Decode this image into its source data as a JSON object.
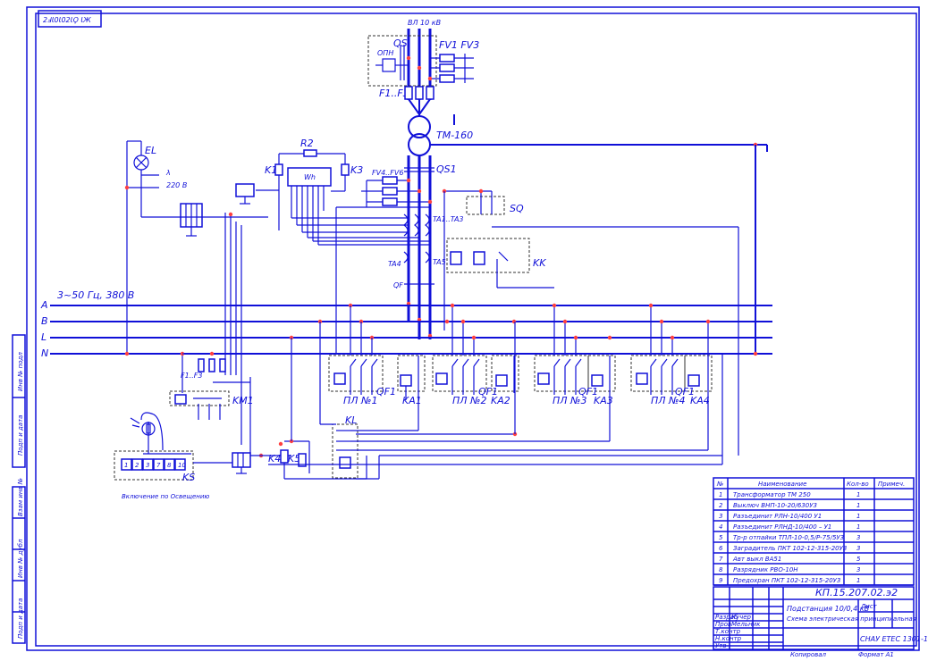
{
  "stamp": "2ℲƖ0Ɩ02ƖϘ ƖЖ",
  "labels": {
    "vl": "ВЛ 10 кВ",
    "qs": "QS",
    "fv": "FV1 FV3",
    "opn": "ОПН",
    "f1f3_top": "F1..F3",
    "transformer": "ТМ-160",
    "qs1": "QS1",
    "fv4fv6": "FV4..FV6",
    "sq": "SQ",
    "ta": "TA1..TA3",
    "ta4": "TA4",
    "ta5": "TA5",
    "qf": "QF",
    "kk": "KK",
    "el": "EL",
    "lambda": "λ",
    "v220": "220 В",
    "r2": "R2",
    "k1": "K1",
    "k3": "K3",
    "wh": "Wh",
    "bus_spec": "3~50 Гц, 380 В",
    "phase_a": "A",
    "phase_b": "B",
    "phase_l": "L",
    "phase_n": "N",
    "f1f3_low": "F1..F3",
    "km1": "KM1",
    "kl": "KL",
    "k4": "K4",
    "k5": "K5",
    "ks": "KS",
    "sensor_caption": "Включение по Освещению",
    "terminals": [
      "1",
      "2",
      "3",
      "7",
      "8",
      "10"
    ]
  },
  "feeders": [
    {
      "qf": "QF1",
      "ka": "KA1",
      "line": "ПЛ №1"
    },
    {
      "qf": "QF1",
      "ka": "KA2",
      "line": "ПЛ №2"
    },
    {
      "qf": "QF1",
      "ka": "KA3",
      "line": "ПЛ №3"
    },
    {
      "qf": "QF1",
      "ka": "KA4",
      "line": "ПЛ №4"
    }
  ],
  "spec_table": {
    "headers": [
      "№",
      "Наименование",
      "Кол-во",
      "Примеч."
    ],
    "rows": [
      [
        "1",
        "Трансформатор ТМ 250",
        "1",
        ""
      ],
      [
        "2",
        "Выключ ВНП-10-20/630У3",
        "1",
        ""
      ],
      [
        "3",
        "Разъединит РЛН-10/400 У1",
        "1",
        ""
      ],
      [
        "4",
        "Разъединит РЛНД-10/400 – У1",
        "1",
        ""
      ],
      [
        "5",
        "Тр-р отпайки ТПЛ-10-0,5/Р-75/5У3",
        "3",
        ""
      ],
      [
        "6",
        "Заградитель ПКТ 102-12-315-20У3",
        "3",
        ""
      ],
      [
        "7",
        "Авт выкл ВА51",
        "5",
        ""
      ],
      [
        "8",
        "Разрядник РВО-10Н",
        "3",
        ""
      ],
      [
        "9",
        "Предохран ПКТ 102-12-315-20У3",
        "1",
        ""
      ]
    ]
  },
  "title_block": {
    "code": "КП.15.207.02.э2",
    "name": "Подстанция 10/0,4 кВ",
    "subtitle": "Схема электрическая принципиальная",
    "sheet": "Лист",
    "org": "СНАУ ЕТЕС 1301-1",
    "left_rows": [
      "Разраб",
      "Пров",
      "Т.контр",
      "Н.контр",
      "Утв"
    ],
    "names": [
      "Кучер",
      "Мельник",
      "",
      "",
      ""
    ],
    "bottom_left": "Копировал",
    "bottom_right": "Формат А1"
  },
  "side_stamp": [
    "Инв № подл",
    "Подп и дата",
    "Взам инв №",
    "Инв № дубл",
    "Подп и дата"
  ]
}
